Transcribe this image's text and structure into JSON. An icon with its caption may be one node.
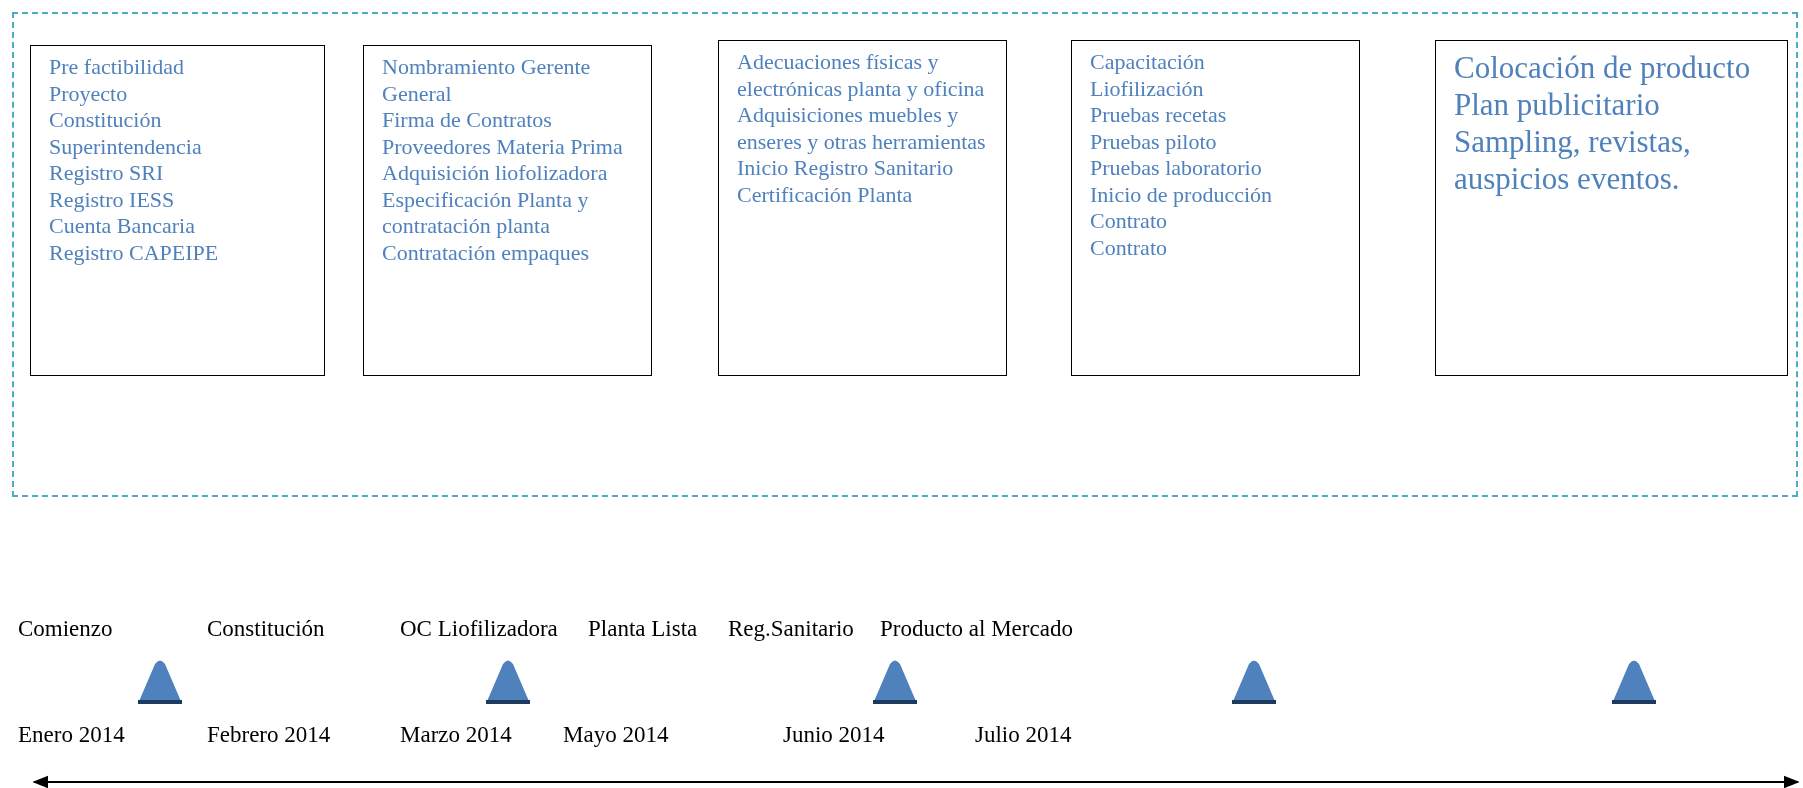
{
  "diagram": {
    "nodes": [
      {
        "text": [],
        "shape": "box"
      },
      {
        "text": [
          "Pre factibilidad",
          "Proyecto",
          "Constitución",
          "Superintendencia",
          "Registro SRI",
          "Registro IESS",
          "Cuenta Bancaria",
          "Registro CAPEIPE"
        ],
        "in": 0
      },
      {
        "text": [
          "Nombramiento Gerente General",
          "Firma de Contratos",
          "Proveedores Materia Prima",
          "Adquisición liofolizadora",
          "Especificación Planta y contratación planta",
          "Contratación empaques"
        ],
        "in": 0
      },
      {
        "text": [
          "Adecuaciones físicas y electrónicas planta y oficina",
          "Adquisiciones muebles y enseres y otras herramientas",
          "Inicio Registro Sanitario",
          "Certificación Planta"
        ],
        "in": 0
      },
      {
        "text": [
          "Capacitación",
          "Liofilización",
          "Pruebas recetas",
          "Pruebas piloto",
          "Pruebas laboratorio",
          "Inicio de producción",
          "Contrato",
          "Contrato"
        ],
        "in": 0
      },
      {
        "text": [
          "Colocación de producto",
          "Plan publicitario",
          "Sampling, revistas, auspicios eventos."
        ],
        "in": 0
      }
    ],
    "edges": [],
    "labels": [
      "Comienzo",
      "Constitución",
      "OC Liofilizadora",
      "Planta Lista",
      "Reg.Sanitario",
      "Producto al Mercado",
      "Enero 2014",
      "Febrero 2014",
      "Marzo 2014",
      "Mayo 2014",
      "Junio 2014",
      "Julio 2014"
    ]
  }
}
